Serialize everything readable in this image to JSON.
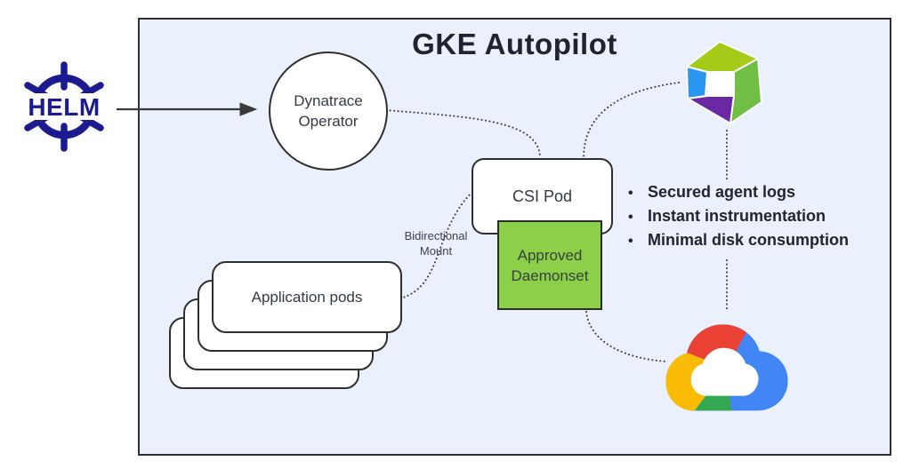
{
  "title": "GKE Autopilot",
  "helm": {
    "label": "HELM"
  },
  "nodes": {
    "dynatrace_operator": "Dynatrace Operator",
    "csi_pod": "CSI Pod",
    "approved_daemonset": "Approved Daemonset",
    "application_pods": "Application pods",
    "bidirectional_mount": "Bidirectional Mount"
  },
  "benefits": [
    "Secured agent logs",
    "Instant instrumentation",
    "Minimal disk consumption"
  ],
  "icons": {
    "helm": "helm-wheel-icon",
    "dynatrace": "dynatrace-cube-icon",
    "google_cloud": "google-cloud-icon"
  },
  "colors": {
    "container_bg": "#eaf1fc",
    "container_border": "#2f2f2f",
    "daemonset_green": "#8cd04a",
    "helm_navy": "#1b1a8f",
    "cube_lime": "#a4cb17",
    "cube_green": "#70be44",
    "cube_blue": "#2b97f1",
    "cube_purple": "#6a28a3",
    "gcp_blue": "#4285F4",
    "gcp_red": "#EA4335",
    "gcp_yellow": "#FBBC05",
    "gcp_green": "#34A853",
    "connector": "#3b3b3b"
  }
}
